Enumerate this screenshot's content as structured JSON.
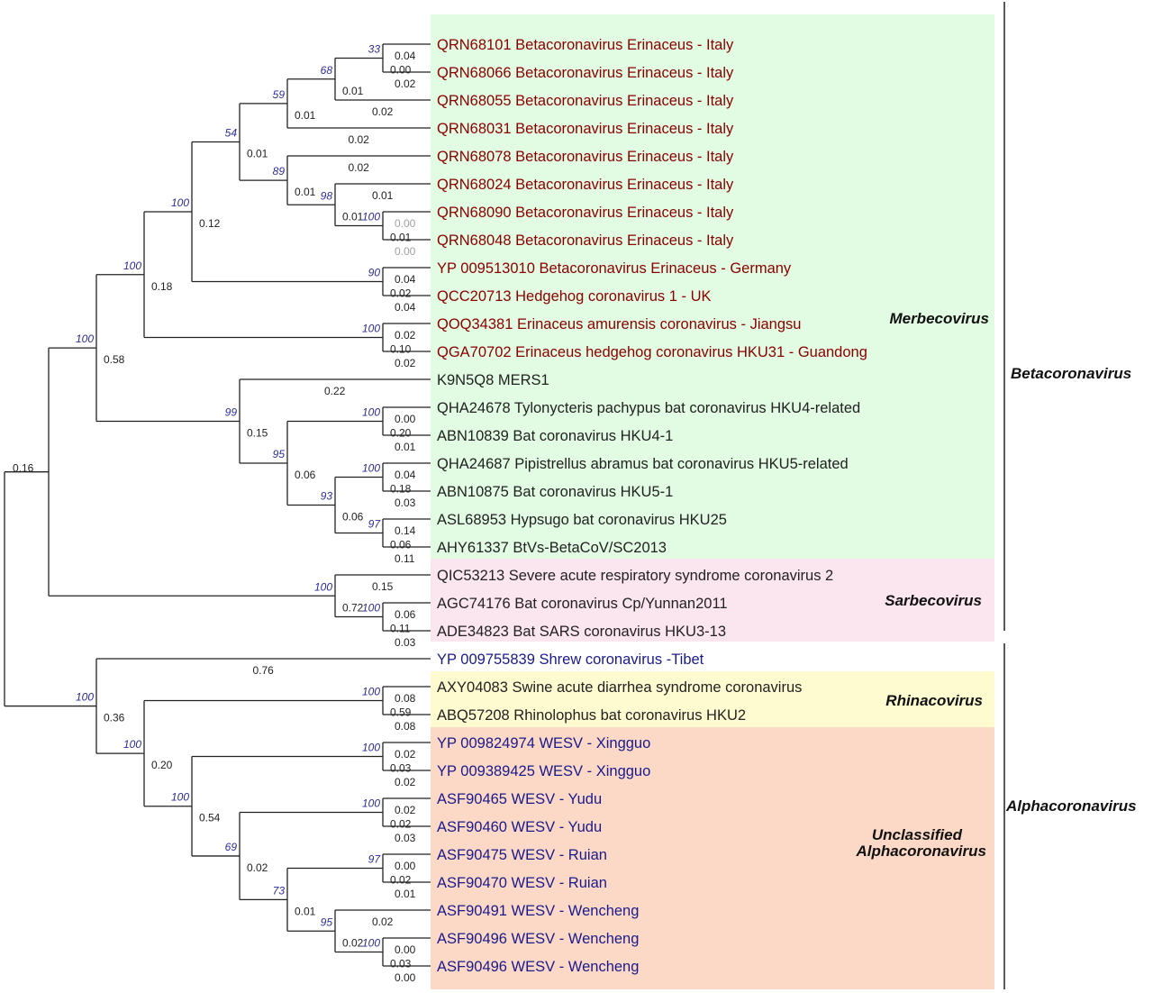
{
  "colors": {
    "merbecovirus_bg": "#e2fbe3",
    "sarbecovirus_bg": "#fbe5ee",
    "rhinacovirus_bg": "#fefbd0",
    "unclassified_bg": "#fbd9c6",
    "red_label": "#8b0000",
    "blue_label": "#1a1a8c",
    "black_label": "#222222",
    "bootstrap": "#2b2b9e"
  },
  "leaves": [
    {
      "label": "QRN68101 Betacoronavirus Erinaceus - Italy",
      "color": "red"
    },
    {
      "label": "QRN68066 Betacoronavirus Erinaceus - Italy",
      "color": "red"
    },
    {
      "label": "QRN68055 Betacoronavirus Erinaceus - Italy",
      "color": "red"
    },
    {
      "label": "QRN68031 Betacoronavirus Erinaceus - Italy",
      "color": "red"
    },
    {
      "label": "QRN68078 Betacoronavirus Erinaceus - Italy",
      "color": "red"
    },
    {
      "label": "QRN68024 Betacoronavirus Erinaceus - Italy",
      "color": "red"
    },
    {
      "label": "QRN68090 Betacoronavirus Erinaceus - Italy",
      "color": "red"
    },
    {
      "label": "QRN68048 Betacoronavirus Erinaceus - Italy",
      "color": "red"
    },
    {
      "label": "YP 009513010 Betacoronavirus Erinaceus - Germany",
      "color": "red"
    },
    {
      "label": "QCC20713 Hedgehog coronavirus 1 - UK",
      "color": "red"
    },
    {
      "label": "QOQ34381 Erinaceus amurensis coronavirus - Jiangsu",
      "color": "red"
    },
    {
      "label": "QGA70702 Erinaceus hedgehog coronavirus HKU31 - Guandong",
      "color": "red"
    },
    {
      "label": "K9N5Q8 MERS1",
      "color": "black"
    },
    {
      "label": "QHA24678 Tylonycteris pachypus bat coronavirus HKU4-related",
      "color": "black"
    },
    {
      "label": "ABN10839 Bat coronavirus HKU4-1",
      "color": "black"
    },
    {
      "label": "QHA24687 Pipistrellus abramus bat coronavirus HKU5-related",
      "color": "black"
    },
    {
      "label": "ABN10875 Bat coronavirus HKU5-1",
      "color": "black"
    },
    {
      "label": "ASL68953 Hypsugo bat coronavirus HKU25",
      "color": "black"
    },
    {
      "label": "AHY61337 BtVs-BetaCoV/SC2013",
      "color": "black"
    },
    {
      "label": "QIC53213 Severe acute respiratory syndrome coronavirus 2",
      "color": "black"
    },
    {
      "label": "AGC74176 Bat coronavirus Cp/Yunnan2011",
      "color": "black"
    },
    {
      "label": "ADE34823 Bat SARS coronavirus HKU3-13",
      "color": "black"
    },
    {
      "label": "YP 009755839 Shrew coronavirus -Tibet",
      "color": "blue"
    },
    {
      "label": "AXY04083 Swine acute diarrhea syndrome coronavirus",
      "color": "black"
    },
    {
      "label": "ABQ57208 Rhinolophus bat coronavirus HKU2",
      "color": "black"
    },
    {
      "label": "YP 009824974 WESV - Xingguo",
      "color": "blue"
    },
    {
      "label": "YP 009389425 WESV - Xingguo",
      "color": "blue"
    },
    {
      "label": "ASF90465 WESV - Yudu",
      "color": "blue"
    },
    {
      "label": "ASF90460 WESV - Yudu",
      "color": "blue"
    },
    {
      "label": "ASF90475 WESV - Ruian",
      "color": "blue"
    },
    {
      "label": "ASF90470 WESV - Ruian",
      "color": "blue"
    },
    {
      "label": "ASF90491 WESV - Wencheng",
      "color": "blue"
    },
    {
      "label": "ASF90496 WESV - Wencheng",
      "color": "blue"
    },
    {
      "label": "ASF90496 WESV - Wencheng",
      "color": "blue"
    }
  ],
  "leaf_branch_lengths": [
    "0.04",
    "0.02",
    "0.02",
    "0.02",
    "0.02",
    "0.01",
    "0.00",
    "0.00",
    "0.04",
    "0.04",
    "0.02",
    "0.02",
    "0.22",
    "0.00",
    "0.01",
    "0.04",
    "0.03",
    "0.14",
    "0.11",
    "0.15",
    "0.06",
    "0.03",
    "0.76",
    "0.08",
    "0.08",
    "0.02",
    "0.02",
    "0.02",
    "0.03",
    "0.00",
    "0.01",
    "0.02",
    "0.00",
    "0.00"
  ],
  "internal_nodes": [
    {
      "id": "n01",
      "bootstrap": "33",
      "branch": "0.00"
    },
    {
      "id": "n012",
      "bootstrap": "68",
      "branch": "0.01"
    },
    {
      "id": "n0123",
      "bootstrap": "59",
      "branch": "0.01"
    },
    {
      "id": "n67",
      "bootstrap": "100",
      "branch": "0.01"
    },
    {
      "id": "n567",
      "bootstrap": "98",
      "branch": "0.01"
    },
    {
      "id": "n4567",
      "bootstrap": "89",
      "branch": "0.01"
    },
    {
      "id": "n0_7",
      "bootstrap": "54",
      "branch": "0.01"
    },
    {
      "id": "n89",
      "bootstrap": "90",
      "branch": "0.02"
    },
    {
      "id": "n0_9",
      "bootstrap": "100",
      "branch": "0.12"
    },
    {
      "id": "n1011",
      "bootstrap": "100",
      "branch": "0.10"
    },
    {
      "id": "n0_11",
      "bootstrap": "100",
      "branch": "0.18"
    },
    {
      "id": "n1314",
      "bootstrap": "100",
      "branch": "0.20"
    },
    {
      "id": "n1516",
      "bootstrap": "100",
      "branch": "0.18"
    },
    {
      "id": "n1718",
      "bootstrap": "97",
      "branch": "0.06"
    },
    {
      "id": "n15_18",
      "bootstrap": "93",
      "branch": "0.06"
    },
    {
      "id": "n13_18",
      "bootstrap": "95",
      "branch": "0.06"
    },
    {
      "id": "n12_18",
      "bootstrap": "99",
      "branch": "0.15"
    },
    {
      "id": "n0_18",
      "bootstrap": "100",
      "branch": "0.58"
    },
    {
      "id": "n2021",
      "bootstrap": "100",
      "branch": "0.11"
    },
    {
      "id": "n19_21",
      "bootstrap": "100",
      "branch": "0.72"
    },
    {
      "id": "beta",
      "bootstrap": "",
      "branch": "0.16"
    },
    {
      "id": "n2324",
      "bootstrap": "100",
      "branch": "0.59"
    },
    {
      "id": "n2526",
      "bootstrap": "100",
      "branch": "0.03"
    },
    {
      "id": "n2728",
      "bootstrap": "100",
      "branch": "0.02"
    },
    {
      "id": "n2930",
      "bootstrap": "97",
      "branch": "0.02"
    },
    {
      "id": "n3233",
      "bootstrap": "100",
      "branch": "0.03"
    },
    {
      "id": "n31_33",
      "bootstrap": "95",
      "branch": "0.02"
    },
    {
      "id": "n29_33",
      "bootstrap": "73",
      "branch": "0.01"
    },
    {
      "id": "n27_33",
      "bootstrap": "69",
      "branch": "0.02"
    },
    {
      "id": "n25_33",
      "bootstrap": "100",
      "branch": "0.54"
    },
    {
      "id": "n23_33",
      "bootstrap": "100",
      "branch": "0.20"
    },
    {
      "id": "alpha",
      "bootstrap": "100",
      "branch": "0.36"
    }
  ],
  "clades": {
    "merbecovirus": "Merbecovirus",
    "sarbecovirus": "Sarbecovirus",
    "rhinacovirus": "Rhinacovirus",
    "unclassified_line1": "Unclassified",
    "unclassified_line2": "Alphacoronavirus",
    "betacoronavirus": "Betacoronavirus",
    "alphacoronavirus": "Alphacoronavirus"
  }
}
